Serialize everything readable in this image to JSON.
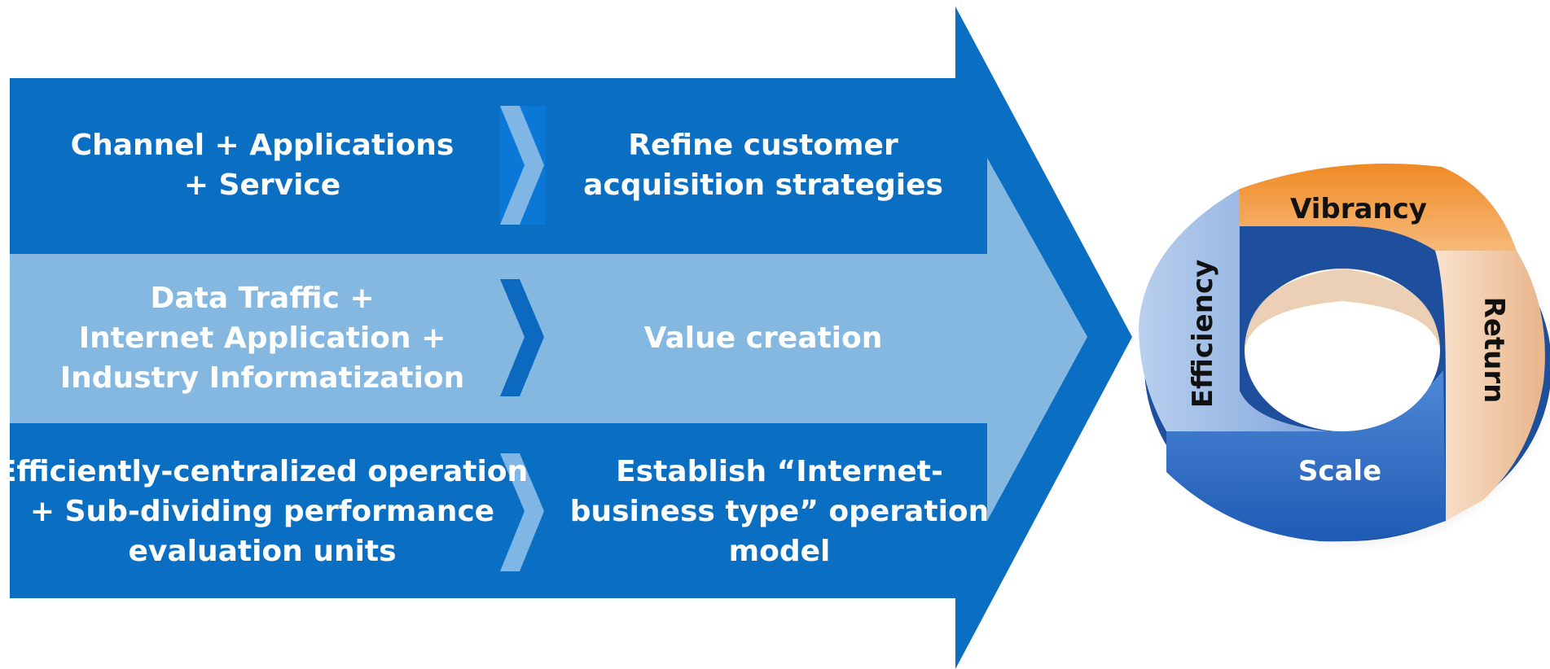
{
  "rows": [
    {
      "left": [
        "Channel + Applications",
        "+ Service"
      ],
      "right": [
        "Refine customer",
        "acquisition strategies"
      ]
    },
    {
      "left": [
        "Data Traffic +",
        "Internet Application +",
        "Industry Informatization"
      ],
      "right": [
        "Value creation"
      ]
    },
    {
      "left": [
        "Efficiently-centralized operation",
        "+ Sub-dividing performance",
        "evaluation units"
      ],
      "right": [
        "Establish “Internet-",
        "business type” operation",
        "model"
      ]
    }
  ],
  "ring": {
    "top": "Vibrancy",
    "right": "Return",
    "bottom": "Scale",
    "left": "Efficiency"
  },
  "colors": {
    "dark_blue": "#0a6fc2",
    "light_blue": "#84b8e0",
    "chevron_light": "#7fb6e6",
    "chevron_dark": "#0b69c0",
    "orange": "#f08a24",
    "peach": "#f3c9a0",
    "ring_blue": "#2f6fc9",
    "ring_light_blue": "#9dbce4"
  }
}
